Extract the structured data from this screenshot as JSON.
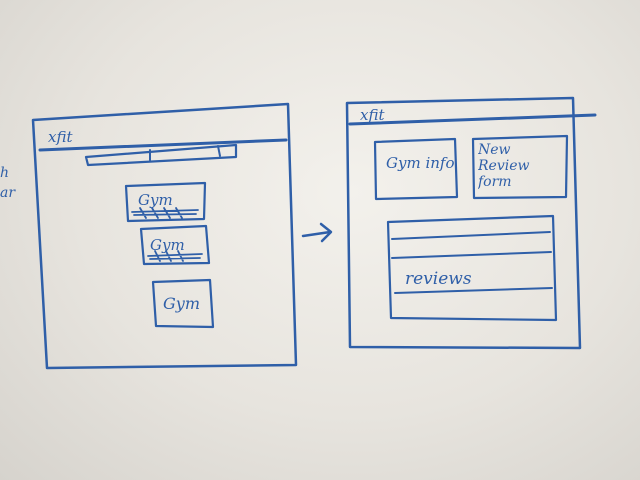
{
  "left_sketch": {
    "app_title": "xfit",
    "cards": [
      {
        "label": "Gym"
      },
      {
        "label": "Gym"
      },
      {
        "label": "Gym"
      }
    ]
  },
  "right_sketch": {
    "app_title": "xfit",
    "gym_info_label": "Gym info",
    "new_review_form_label": "New Review form",
    "reviews_label": "reviews"
  },
  "edge_note_lines": [
    "h",
    "ar"
  ],
  "arrow_symbol": "→",
  "colors": {
    "marker": "#2f5fa8",
    "board": "#ece9e3"
  }
}
